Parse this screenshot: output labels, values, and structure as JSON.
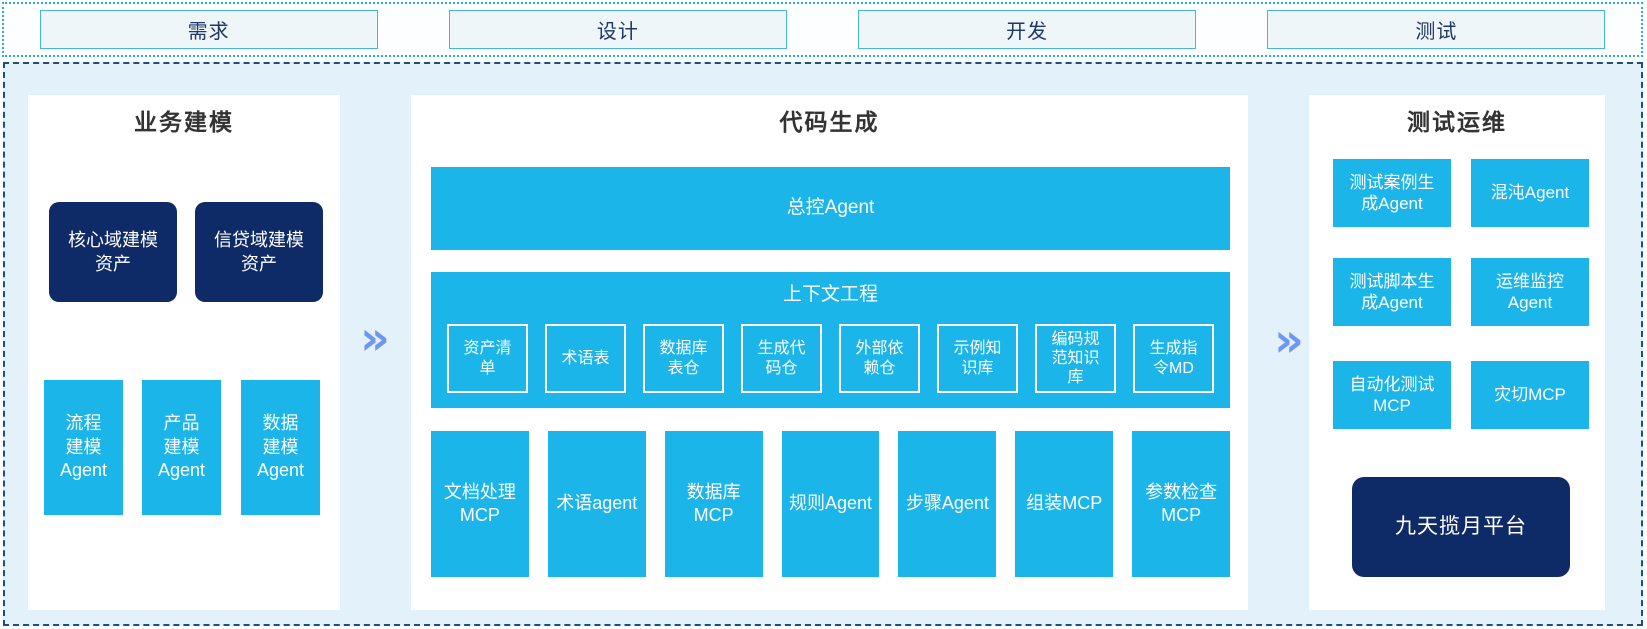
{
  "phases": [
    "需求",
    "设计",
    "开发",
    "测试"
  ],
  "arrow": {
    "glyph": "»"
  },
  "colors": {
    "cyan": "#1cb5e9",
    "navy": "#0e2b67",
    "container_bg": "#e3f1fa",
    "container_border": "#1d4f80",
    "strip_border": "#2aaed8",
    "phase_box_bg": "#eef6f9",
    "phase_box_border": "#45b6d8",
    "phase_text": "#1f3864",
    "arrow_blue": "#6e96f2",
    "title_text": "#333333"
  },
  "sections": {
    "business": {
      "title": "业务建模",
      "dark_boxes": [
        "核心域建模\n资产",
        "信贷域建模\n资产"
      ],
      "agent_boxes": [
        "流程\n建模\nAgent",
        "产品\n建模\nAgent",
        "数据\n建模\nAgent"
      ]
    },
    "codegen": {
      "title": "代码生成",
      "master_agent": "总控Agent",
      "context": {
        "title": "上下文工程",
        "items": [
          "资产清\n单",
          "术语表",
          "数据库\n表仓",
          "生成代\n码仓",
          "外部依\n赖仓",
          "示例知\n识库",
          "编码规\n范知识\n库",
          "生成指\n令MD"
        ]
      },
      "bottom_row": [
        "文档处理\nMCP",
        "术语agent",
        "数据库\nMCP",
        "规则Agent",
        "步骤Agent",
        "组装MCP",
        "参数检查\nMCP"
      ]
    },
    "testops": {
      "title": "测试运维",
      "grid": [
        "测试案例生\n成Agent",
        "混沌Agent",
        "测试脚本生\n成Agent",
        "运维监控\nAgent",
        "自动化测试\nMCP",
        "灾切MCP"
      ],
      "platform": "九天揽月平台"
    }
  }
}
